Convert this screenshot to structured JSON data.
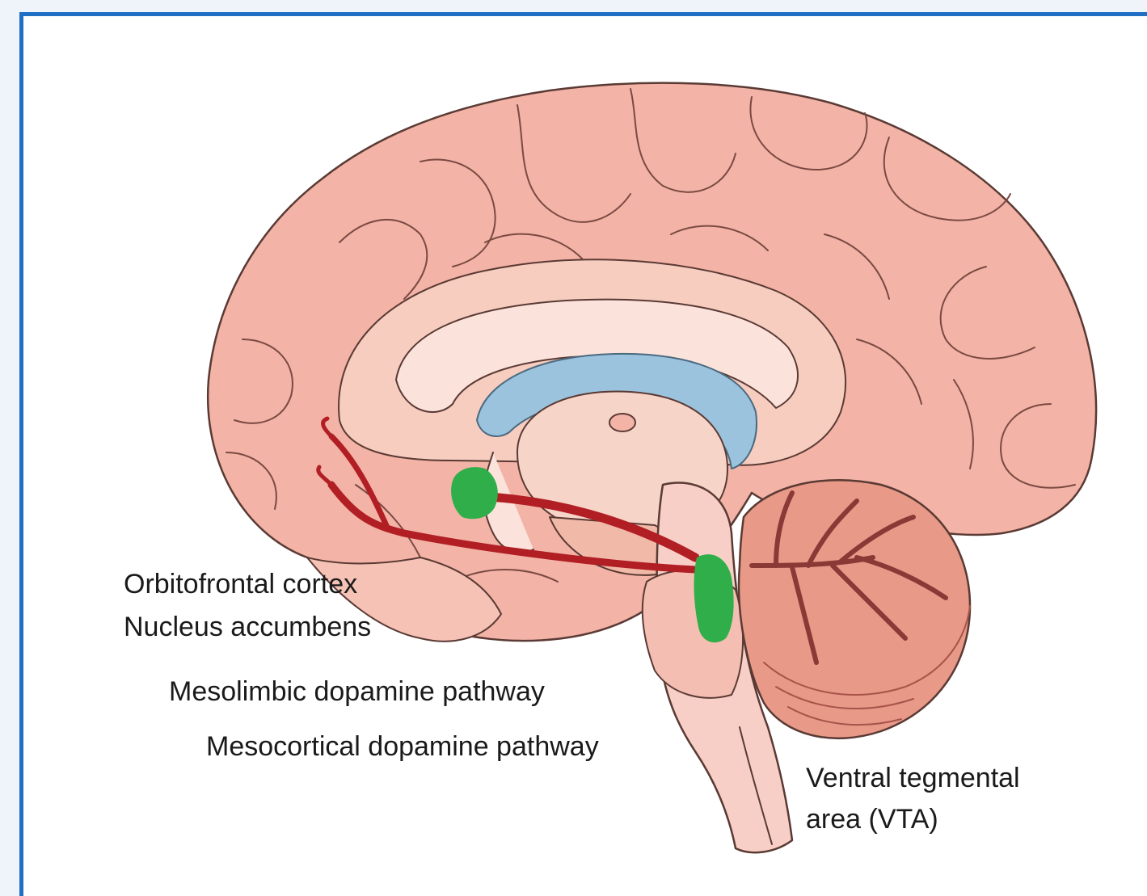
{
  "colors": {
    "frame_border": "#1f6fc4",
    "cortex_fill": "#f3b3a6",
    "outline": "#5a3a34",
    "inner_fill": "#f6d2c8",
    "ventricle": "#9cc3dd",
    "cerebellum_fill": "#e89987",
    "arbor": "#8a3a36",
    "pathway": "#b11e24",
    "region_marker": "#2fae4a"
  },
  "labels": {
    "orbitofrontal_cortex": "Orbitofrontal cortex",
    "nucleus_accumbens": "Nucleus accumbens",
    "mesolimbic_pathway": "Mesolimbic dopamine pathway",
    "mesocortical_pathway": "Mesocortical dopamine pathway",
    "vta_line1": "Ventral tegmental",
    "vta_line2": "area (VTA)"
  }
}
